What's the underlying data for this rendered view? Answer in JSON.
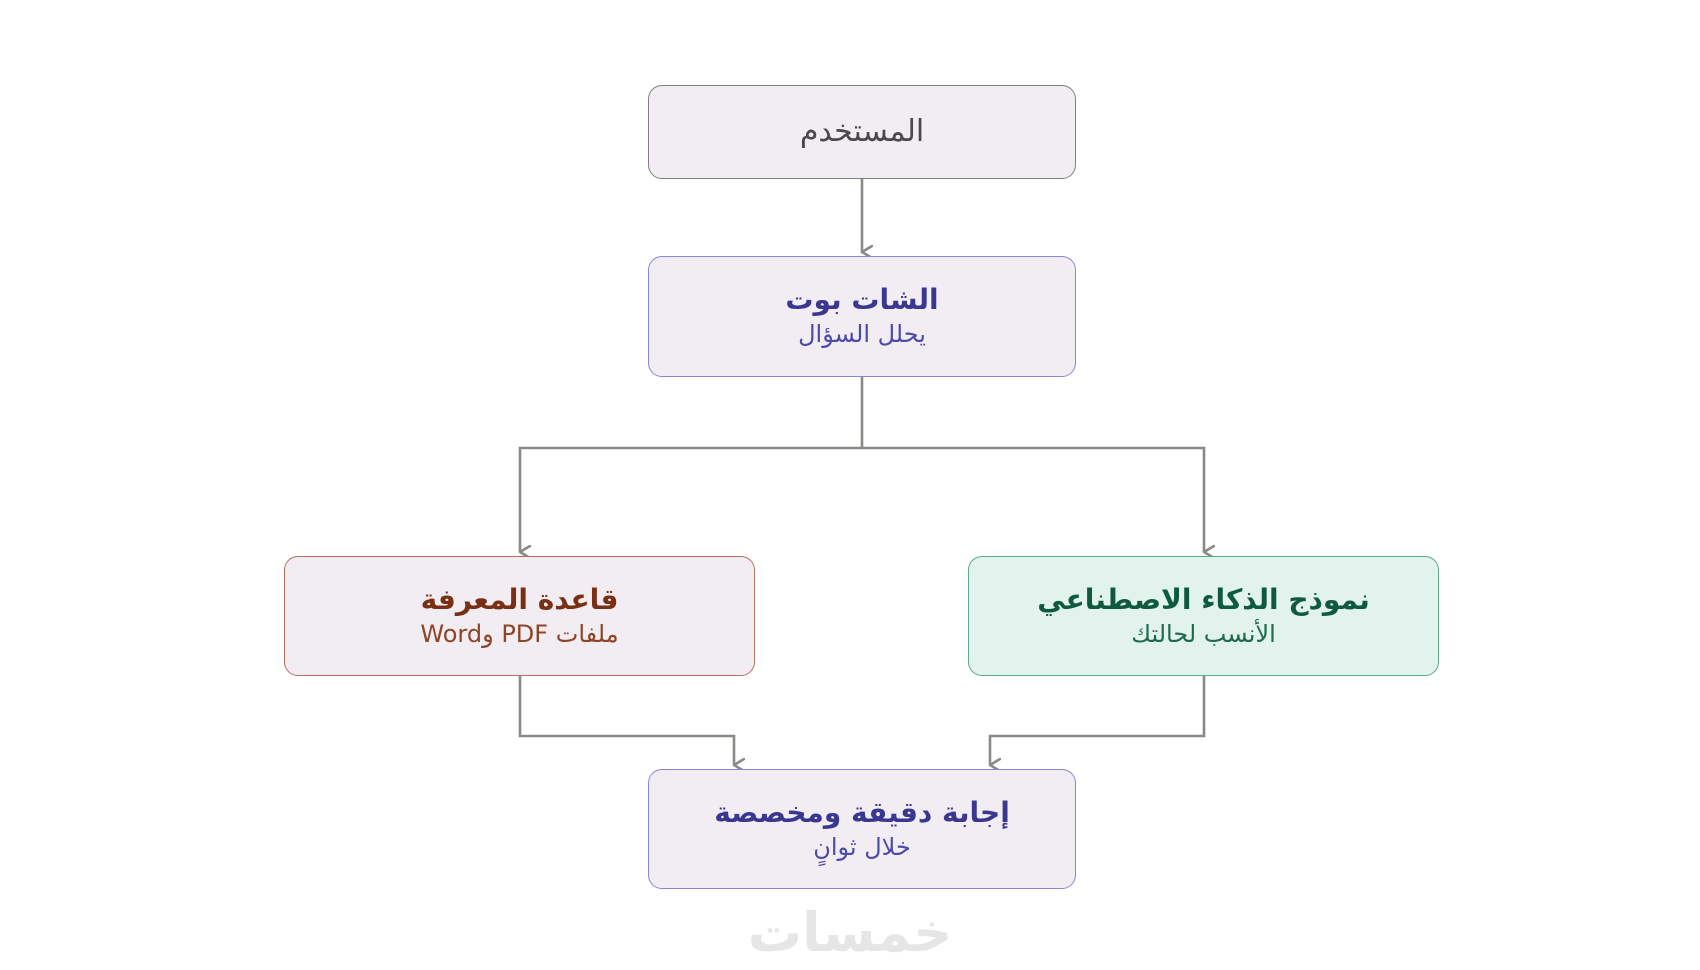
{
  "diagram": {
    "nodes": {
      "user": {
        "title": "المستخدم"
      },
      "bot": {
        "title": "الشات بوت",
        "subtitle": "يحلل السؤال"
      },
      "knowledge_base": {
        "title": "قاعدة المعرفة",
        "subtitle": "ملفات PDF وWord"
      },
      "ai_model": {
        "title": "نموذج الذكاء الاصطناعي",
        "subtitle": "الأنسب لحالتك"
      },
      "answer": {
        "title": "إجابة دقيقة ومخصصة",
        "subtitle": "خلال ثوانٍ"
      }
    },
    "edges": [
      {
        "from": "user",
        "to": "bot"
      },
      {
        "from": "bot",
        "to": "knowledge_base"
      },
      {
        "from": "bot",
        "to": "ai_model"
      },
      {
        "from": "knowledge_base",
        "to": "answer"
      },
      {
        "from": "ai_model",
        "to": "answer"
      }
    ],
    "colors": {
      "connector": "#8a8a85",
      "neutral_border": "#7f7f7f",
      "bot_border": "#8a86d6",
      "kb_border": "#b8705e",
      "ai_border": "#5bab87",
      "ai_fill": "#e1f3ec",
      "default_fill": "#f1edf2"
    }
  },
  "watermark": {
    "text": "خمسات"
  }
}
